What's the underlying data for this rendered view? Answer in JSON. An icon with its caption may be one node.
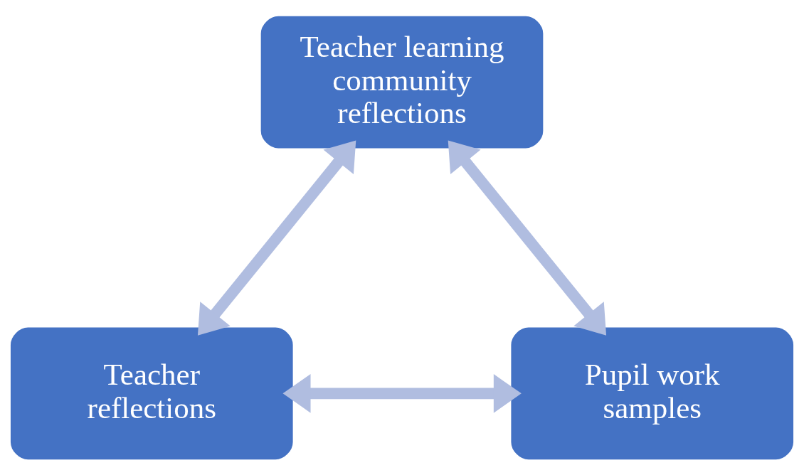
{
  "diagram": {
    "nodes": [
      {
        "text": [
          "Teacher learning community reflections"
        ]
      },
      {
        "text": [
          "Teacher reflections"
        ]
      },
      {
        "text": [
          "Pupil work samples"
        ]
      }
    ],
    "edges": [
      {
        "from": 0,
        "to": 1,
        "arrow": "both"
      },
      {
        "from": 0,
        "to": 2,
        "arrow": "both"
      },
      {
        "from": 1,
        "to": 2,
        "arrow": "both"
      }
    ]
  }
}
